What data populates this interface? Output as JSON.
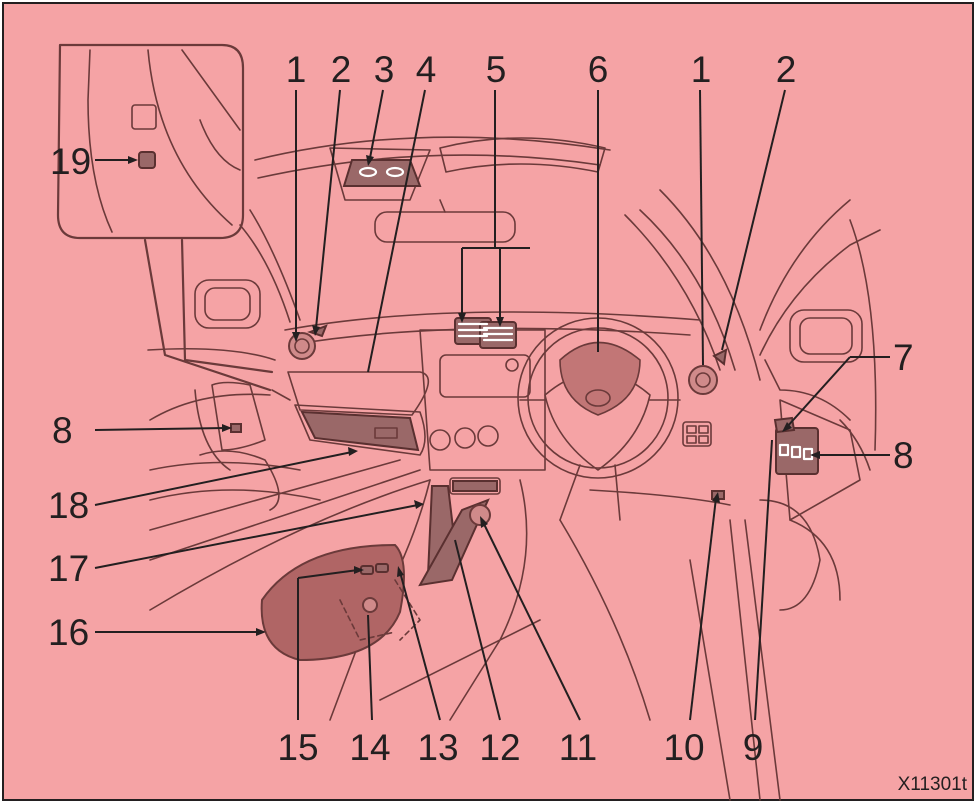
{
  "callouts": [
    "1",
    "2",
    "3",
    "4",
    "5",
    "6",
    "1",
    "2",
    "7",
    "8",
    "9",
    "10",
    "11",
    "12",
    "13",
    "14",
    "15",
    "16",
    "17",
    "18",
    "8",
    "19"
  ],
  "figure_code": "X11301t",
  "colors": {
    "background": "#f5a3a5",
    "frame": "#231f20",
    "line_art": "#6b3a3a",
    "leader": "#231f20"
  }
}
